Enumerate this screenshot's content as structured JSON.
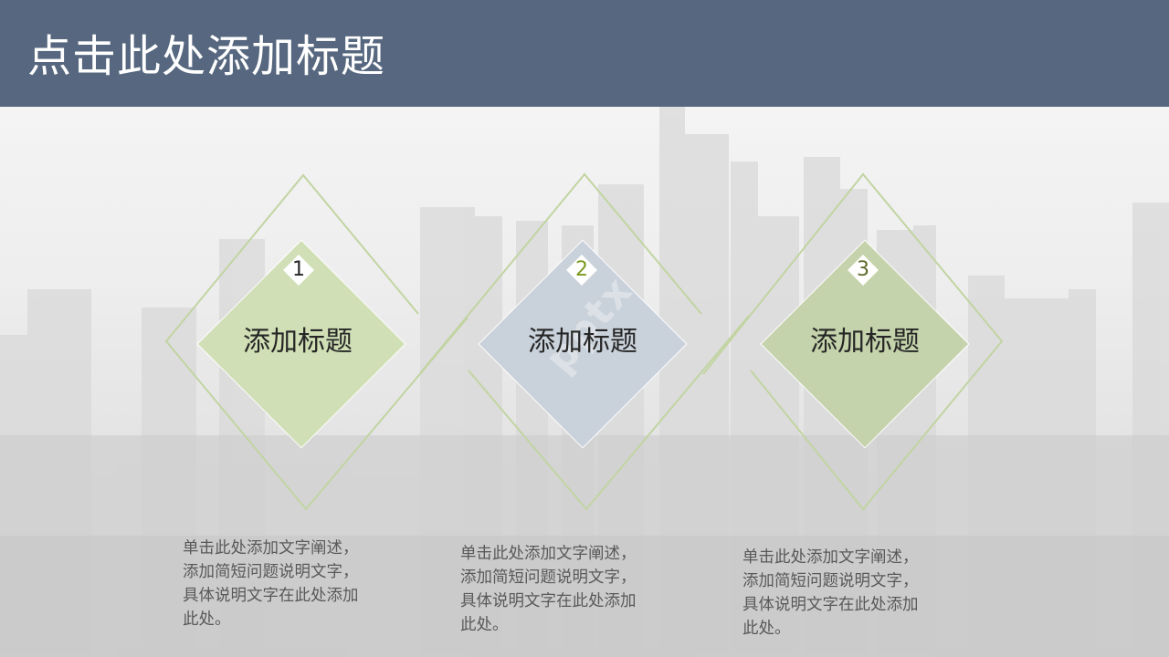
{
  "header": {
    "title": "点击此处添加标题",
    "background_color": "#56677f"
  },
  "watermark": "pptx",
  "cards": [
    {
      "number": "1",
      "number_color": "#262626",
      "title": "添加标题",
      "fill_color": "#d0dfb5",
      "description_lines": [
        "单击此处添加文字阐述，",
        "添加简短问题说明文字，",
        "具体说明文字在此处添加",
        "此处。"
      ]
    },
    {
      "number": "2",
      "number_color": "#7a9a1e",
      "title": "添加标题",
      "fill_color": "#c9d1da",
      "description_lines": [
        "单击此处添加文字阐述，",
        "添加简短问题说明文字，",
        "具体说明文字在此处添加",
        "此处。"
      ]
    },
    {
      "number": "3",
      "number_color": "#5e6b2a",
      "title": "添加标题",
      "fill_color": "#c4d3ab",
      "description_lines": [
        "单击此处添加文字阐述，",
        "添加简短问题说明文字，",
        "具体说明文字在此处添加",
        "此处。"
      ]
    }
  ],
  "outline_color": "#c0d4a0"
}
